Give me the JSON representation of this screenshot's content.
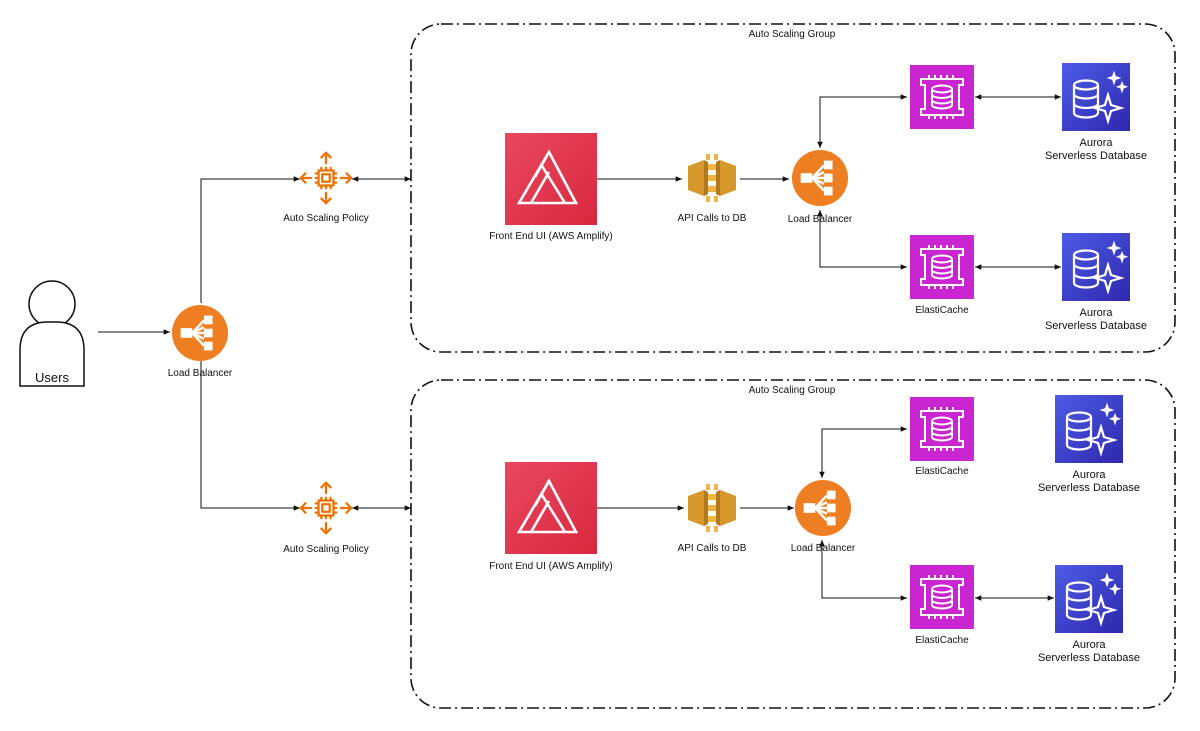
{
  "users": {
    "label": "Users"
  },
  "entry_lb": {
    "label": "Load Balancer"
  },
  "policies": [
    {
      "label": "Auto Scaling Policy"
    },
    {
      "label": "Auto Scaling Policy"
    }
  ],
  "groups": [
    {
      "title": "Auto Scaling Group",
      "frontend": "Front End UI (AWS Amplify)",
      "api": "API Calls to DB",
      "lb": "Load Balancer",
      "cache_top": "",
      "cache_bottom": "ElastiCache",
      "db_top": [
        "Aurora",
        "Serverless Database"
      ],
      "db_bottom": [
        "Aurora",
        "Serverless Database"
      ]
    },
    {
      "title": "Auto Scaling Group",
      "frontend": "Front End UI (AWS Amplify)",
      "api": "API Calls to DB",
      "lb": "Load Balancer",
      "cache_top": "ElastiCache",
      "cache_bottom": "ElastiCache",
      "db_top": [
        "Aurora",
        "Serverless Database"
      ],
      "db_bottom": [
        "Aurora",
        "Serverless Database"
      ]
    }
  ],
  "colors": {
    "amplify": "#dd344c",
    "api_gateway": "#d6982a",
    "load_balancer": "#ed7f22",
    "elasticache": "#c925d1",
    "aurora": "#3b48cc",
    "autoscaling": "#ed7100"
  }
}
